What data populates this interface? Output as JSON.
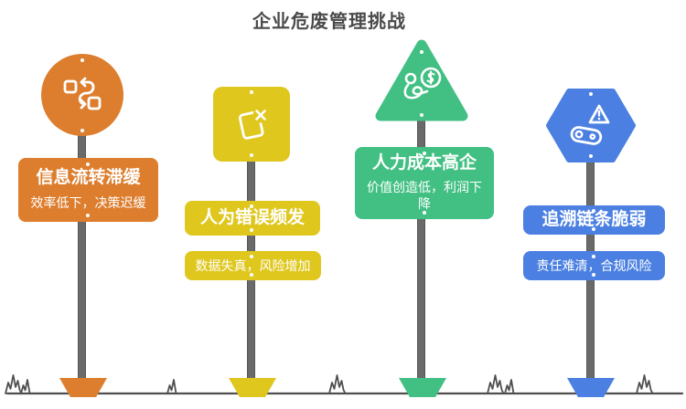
{
  "page_title": "企业危废管理挑战",
  "colors": {
    "info-flow": "#DD7E2E",
    "human-error": "#DFC71E",
    "labor-cost": "#42C083",
    "traceability": "#4B80E2",
    "pole": "#6A6A6A",
    "ground": "#4F4F4F",
    "title-text": "#4A4A4A"
  },
  "signposts": [
    {
      "shape": "circle",
      "icon": "sync-squares-icon",
      "title": "信息流转滞缓",
      "subtitle": "效率低下，决策迟缓"
    },
    {
      "shape": "square",
      "icon": "document-error-icon",
      "title": "人为错误频发",
      "subtitle": "数据失真，风险增加"
    },
    {
      "shape": "triangle",
      "icon": "person-dollar-icon",
      "title": "人力成本高企",
      "subtitle": "价值创造低，利润下降"
    },
    {
      "shape": "hexagon",
      "icon": "warning-chain-icon",
      "title": "追溯链条脆弱",
      "subtitle": "责任难清，合规风险"
    }
  ]
}
